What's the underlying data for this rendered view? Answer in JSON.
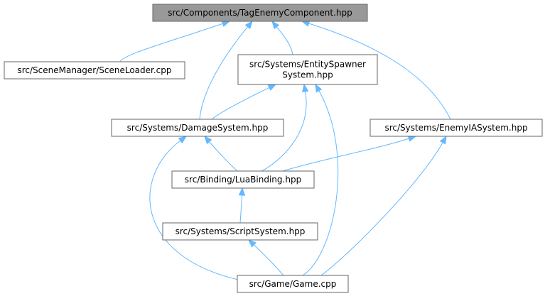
{
  "diagram": {
    "type": "include-dependency-graph",
    "colors": {
      "root_fill": "#999999",
      "node_fill": "#ffffff",
      "node_border": "#666666",
      "edge": "#63b8ff",
      "text": "#000000"
    },
    "nodes": [
      {
        "id": "tag",
        "label": [
          "src/Components/TagEnemyComponent.hpp"
        ],
        "root": true
      },
      {
        "id": "loader",
        "label": [
          "src/SceneManager/SceneLoader.cpp"
        ]
      },
      {
        "id": "spawner",
        "label": [
          "src/Systems/EntitySpawner",
          "System.hpp"
        ]
      },
      {
        "id": "damage",
        "label": [
          "src/Systems/DamageSystem.hpp"
        ]
      },
      {
        "id": "enemyia",
        "label": [
          "src/Systems/EnemyIASystem.hpp"
        ]
      },
      {
        "id": "lua",
        "label": [
          "src/Binding/LuaBinding.hpp"
        ]
      },
      {
        "id": "script",
        "label": [
          "src/Systems/ScriptSystem.hpp"
        ]
      },
      {
        "id": "game",
        "label": [
          "src/Game/Game.cpp"
        ]
      }
    ],
    "edges": [
      {
        "from": "loader",
        "to": "tag"
      },
      {
        "from": "spawner",
        "to": "tag"
      },
      {
        "from": "damage",
        "to": "tag"
      },
      {
        "from": "enemyia",
        "to": "tag"
      },
      {
        "from": "damage",
        "to": "spawner"
      },
      {
        "from": "lua",
        "to": "spawner"
      },
      {
        "from": "game",
        "to": "spawner"
      },
      {
        "from": "lua",
        "to": "damage"
      },
      {
        "from": "game",
        "to": "damage"
      },
      {
        "from": "lua",
        "to": "enemyia"
      },
      {
        "from": "game",
        "to": "enemyia"
      },
      {
        "from": "script",
        "to": "lua"
      },
      {
        "from": "game",
        "to": "script"
      }
    ]
  }
}
